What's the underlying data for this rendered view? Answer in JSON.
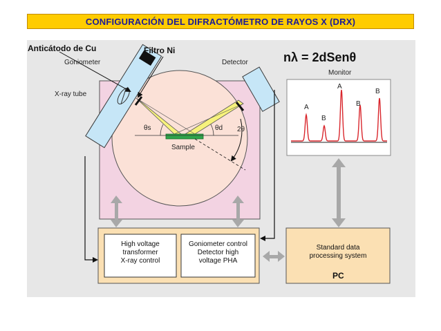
{
  "title": "CONFIGURACIÓN DEL DIFRACTÓMETRO DE RAYOS X (DRX)",
  "labels": {
    "anticathode": "Anticátodo de Cu",
    "filter": "Filtro Ni",
    "goniometer": "Goniometer",
    "detector": "Detector",
    "xray_tube": "X-ray tube",
    "theta_s": "θs",
    "theta_d": "θd",
    "two_theta": "2θ",
    "sample": "Sample",
    "bragg_law": "nλ = 2dSenθ",
    "monitor": "Monitor",
    "pc": "PC"
  },
  "peaks": {
    "labels": [
      "A",
      "B",
      "A",
      "B",
      "B"
    ]
  },
  "boxes": {
    "hv_transformer": [
      "High voltage",
      "transformer",
      "X-ray control"
    ],
    "goniometer_control": [
      "Goniometer control",
      "Detector high",
      "voltage PHA"
    ],
    "data_system": [
      "Standard data",
      "processing system"
    ]
  },
  "colors": {
    "title_bg": "#ffcc00",
    "title_text": "#1a1a99",
    "panel_bg": "#e7e7e7",
    "goniometer_square": "#f3d3e2",
    "goniometer_circle": "#fbe1d7",
    "tube": "#c6e6f7",
    "beam": "#f7f27c",
    "sample": "#2fa54a",
    "control_box": "#fbe0b3",
    "spectrum_line": "#d9262c",
    "arrow_gray": "#a8a8a8"
  }
}
